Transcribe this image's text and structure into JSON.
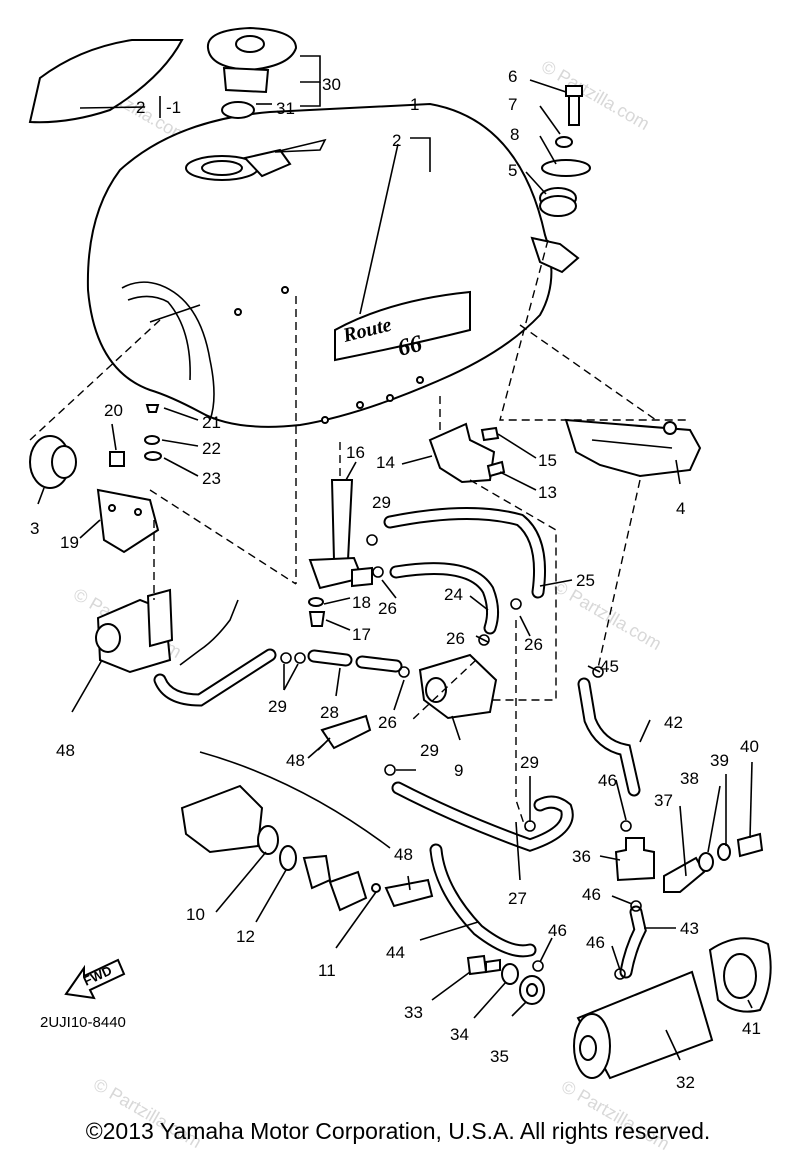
{
  "diagram": {
    "copyright": "©2013 Yamaha Motor Corporation, U.S.A. All rights reserved.",
    "doc_code": "2UJI10-8440",
    "watermark": "© Partzilla.com",
    "fwd_label": "FWD",
    "tank_badge_top": "Route",
    "tank_badge_bottom": "66",
    "callouts": {
      "c1": "1",
      "c2": "2",
      "c2b": "2",
      "c2_dash": "-1",
      "c3": "3",
      "c4": "4",
      "c5": "5",
      "c6": "6",
      "c7": "7",
      "c8": "8",
      "c9": "9",
      "c10": "10",
      "c11": "11",
      "c12": "12",
      "c13": "13",
      "c14": "14",
      "c15": "15",
      "c16": "16",
      "c17": "17",
      "c18": "18",
      "c19": "19",
      "c20": "20",
      "c21": "21",
      "c22": "22",
      "c23": "23",
      "c24": "24",
      "c25": "25",
      "c26a": "26",
      "c26b": "26",
      "c26c": "26",
      "c26d": "26",
      "c27": "27",
      "c28": "28",
      "c29a": "29",
      "c29b": "29",
      "c29c": "29",
      "c29d": "29",
      "c30": "30",
      "c31": "31",
      "c32": "32",
      "c33": "33",
      "c34": "34",
      "c35": "35",
      "c36": "36",
      "c37": "37",
      "c38": "38",
      "c39": "39",
      "c40": "40",
      "c41": "41",
      "c42": "42",
      "c43": "43",
      "c44": "44",
      "c45": "45",
      "c46a": "46",
      "c46b": "46",
      "c46c": "46",
      "c48a": "48",
      "c48b": "48",
      "c48c": "48"
    }
  }
}
